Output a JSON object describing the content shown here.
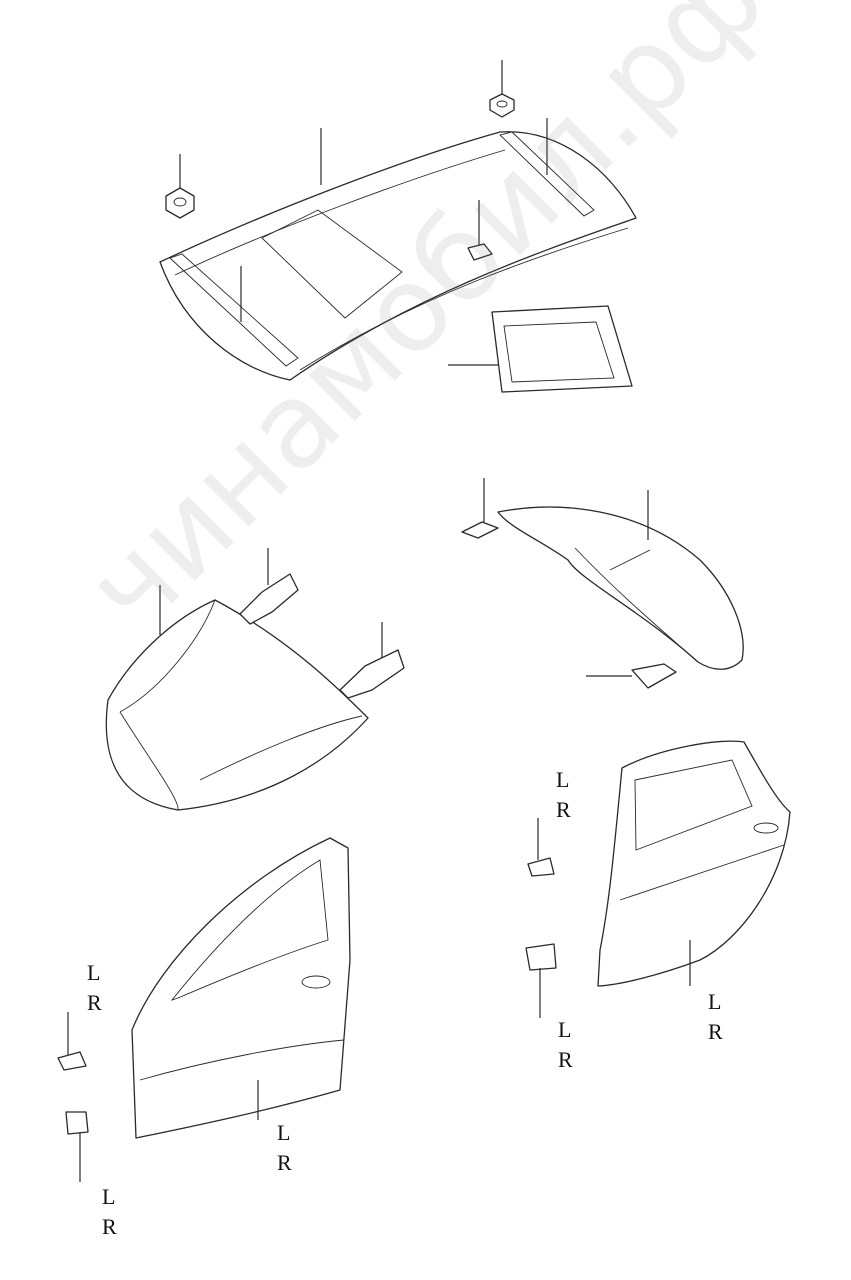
{
  "callouts": {
    "front_hinge_upper": [
      "L",
      "R"
    ],
    "front_door": [
      "L",
      "R"
    ],
    "front_hinge_lower": [
      "L",
      "R"
    ],
    "rear_hinge_upper": [
      "L",
      "R"
    ],
    "rear_door": [
      "L",
      "R"
    ],
    "rear_hinge_lower": [
      "L",
      "R"
    ]
  },
  "watermark": "чинамобил.рф",
  "colors": {
    "line": "#2a2a2a",
    "background": "#ffffff"
  }
}
